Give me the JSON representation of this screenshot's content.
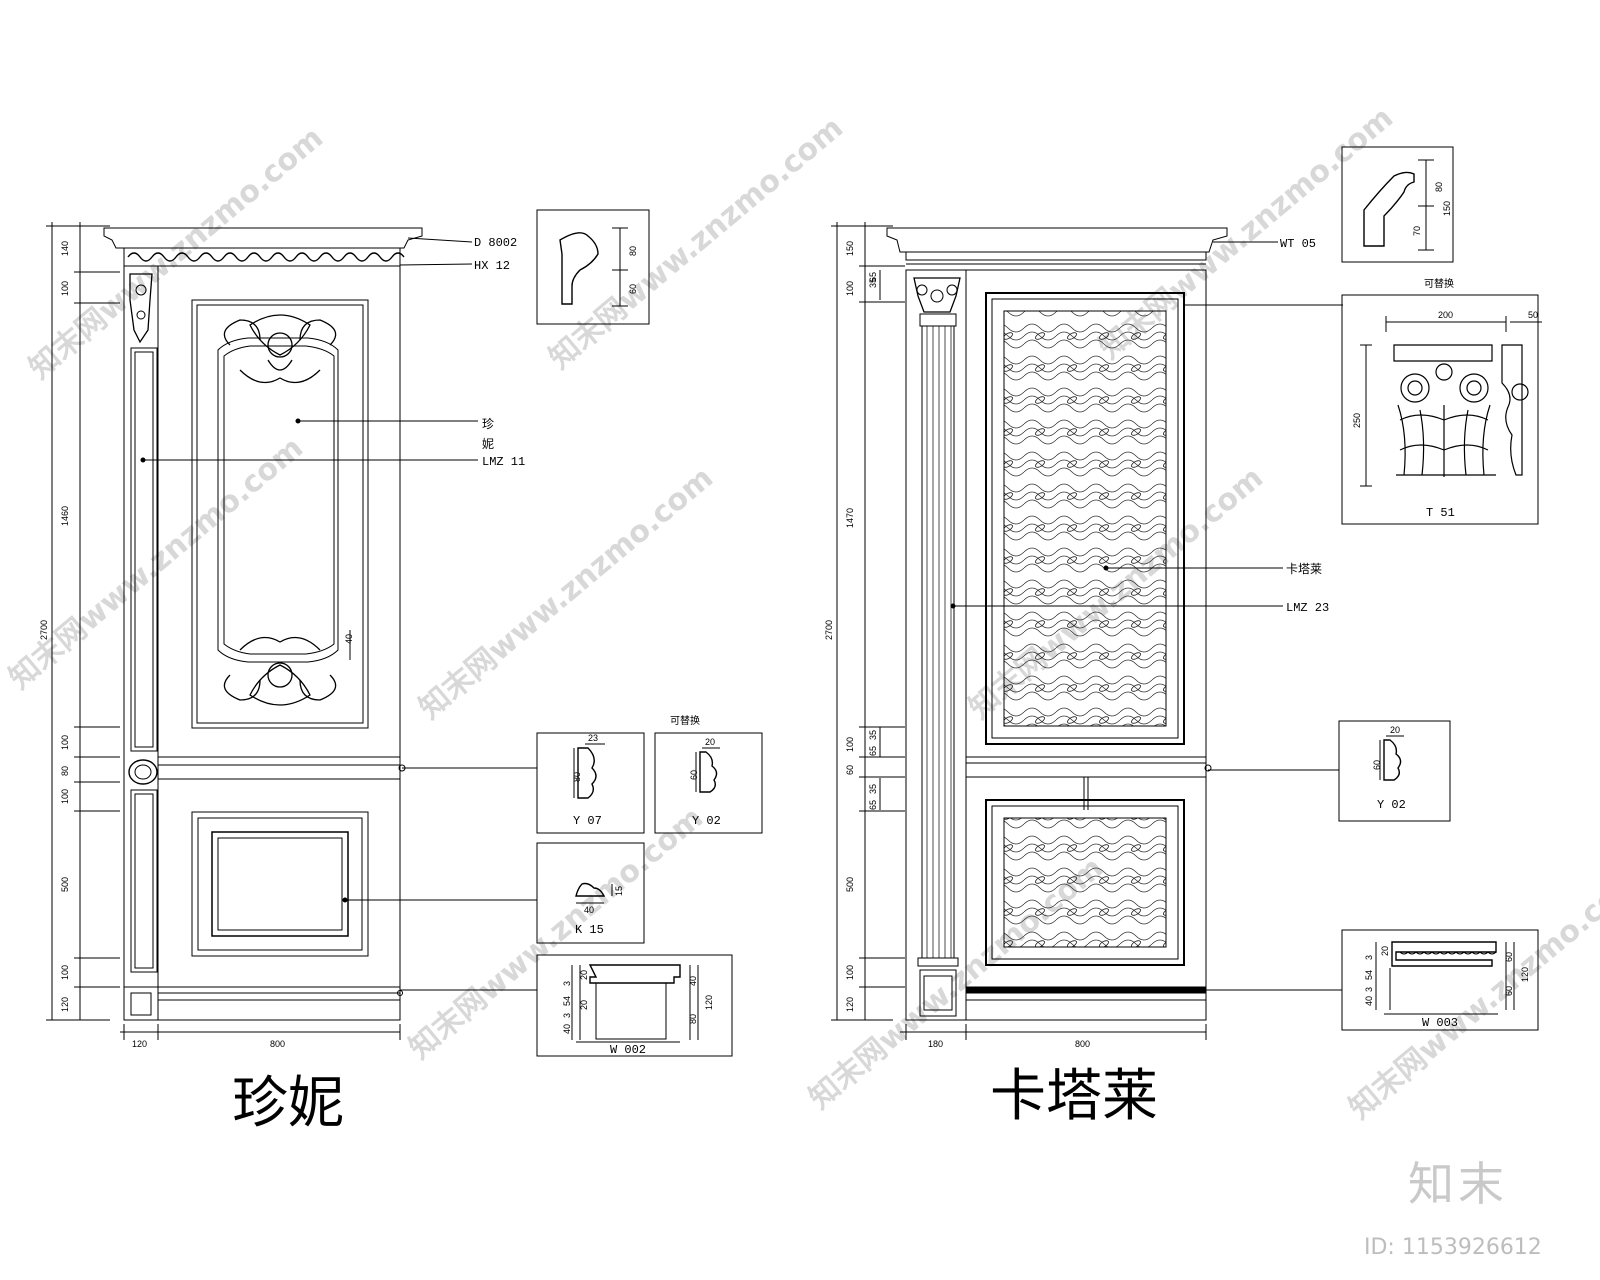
{
  "door_left": {
    "title": "珍妮",
    "vertical_dims": [
      "140",
      "100",
      "1460",
      "100",
      "80",
      "100",
      "500",
      "100",
      "120"
    ],
    "total_height": "2700",
    "horizontal_dims": [
      "120",
      "800"
    ],
    "callouts": [
      "D 8002",
      "HX 12",
      "珍",
      "妮",
      "LMZ 11"
    ],
    "panel_note": "40",
    "replaceable_note": "可替换",
    "details": [
      {
        "code": "",
        "dims": [
          "80",
          "60"
        ]
      },
      {
        "code": "Y 07",
        "dims": [
          "23",
          "80"
        ]
      },
      {
        "code": "Y 02",
        "dims": [
          "20",
          "60"
        ]
      },
      {
        "code": "K 15",
        "dims": [
          "40",
          "15"
        ]
      },
      {
        "code": "W 002",
        "dims": [
          "20",
          "3",
          "54",
          "3",
          "40",
          "20",
          "40",
          "80",
          "120"
        ]
      }
    ]
  },
  "door_right": {
    "title": "卡塔莱",
    "vertical_dims": [
      "150",
      "35",
      "65",
      "100",
      "1470",
      "35",
      "65",
      "100",
      "60",
      "35",
      "65",
      "500",
      "100",
      "120"
    ],
    "total_height": "2700",
    "horizontal_dims": [
      "180",
      "800"
    ],
    "callouts": [
      "WT 05",
      "卡塔莱",
      "LMZ 23"
    ],
    "replaceable_note": "可替换",
    "details": [
      {
        "code": "",
        "dims": [
          "80",
          "70",
          "150"
        ]
      },
      {
        "code": "T 51",
        "dims": [
          "200",
          "50",
          "250"
        ]
      },
      {
        "code": "Y 02",
        "dims": [
          "20",
          "60"
        ]
      },
      {
        "code": "W 003",
        "dims": [
          "20",
          "3",
          "54",
          "3",
          "40",
          "60",
          "60",
          "120"
        ]
      }
    ]
  },
  "watermark": {
    "brand": "知末",
    "id": "ID: 1153926612",
    "site": "知末网www.znzmo.com"
  }
}
